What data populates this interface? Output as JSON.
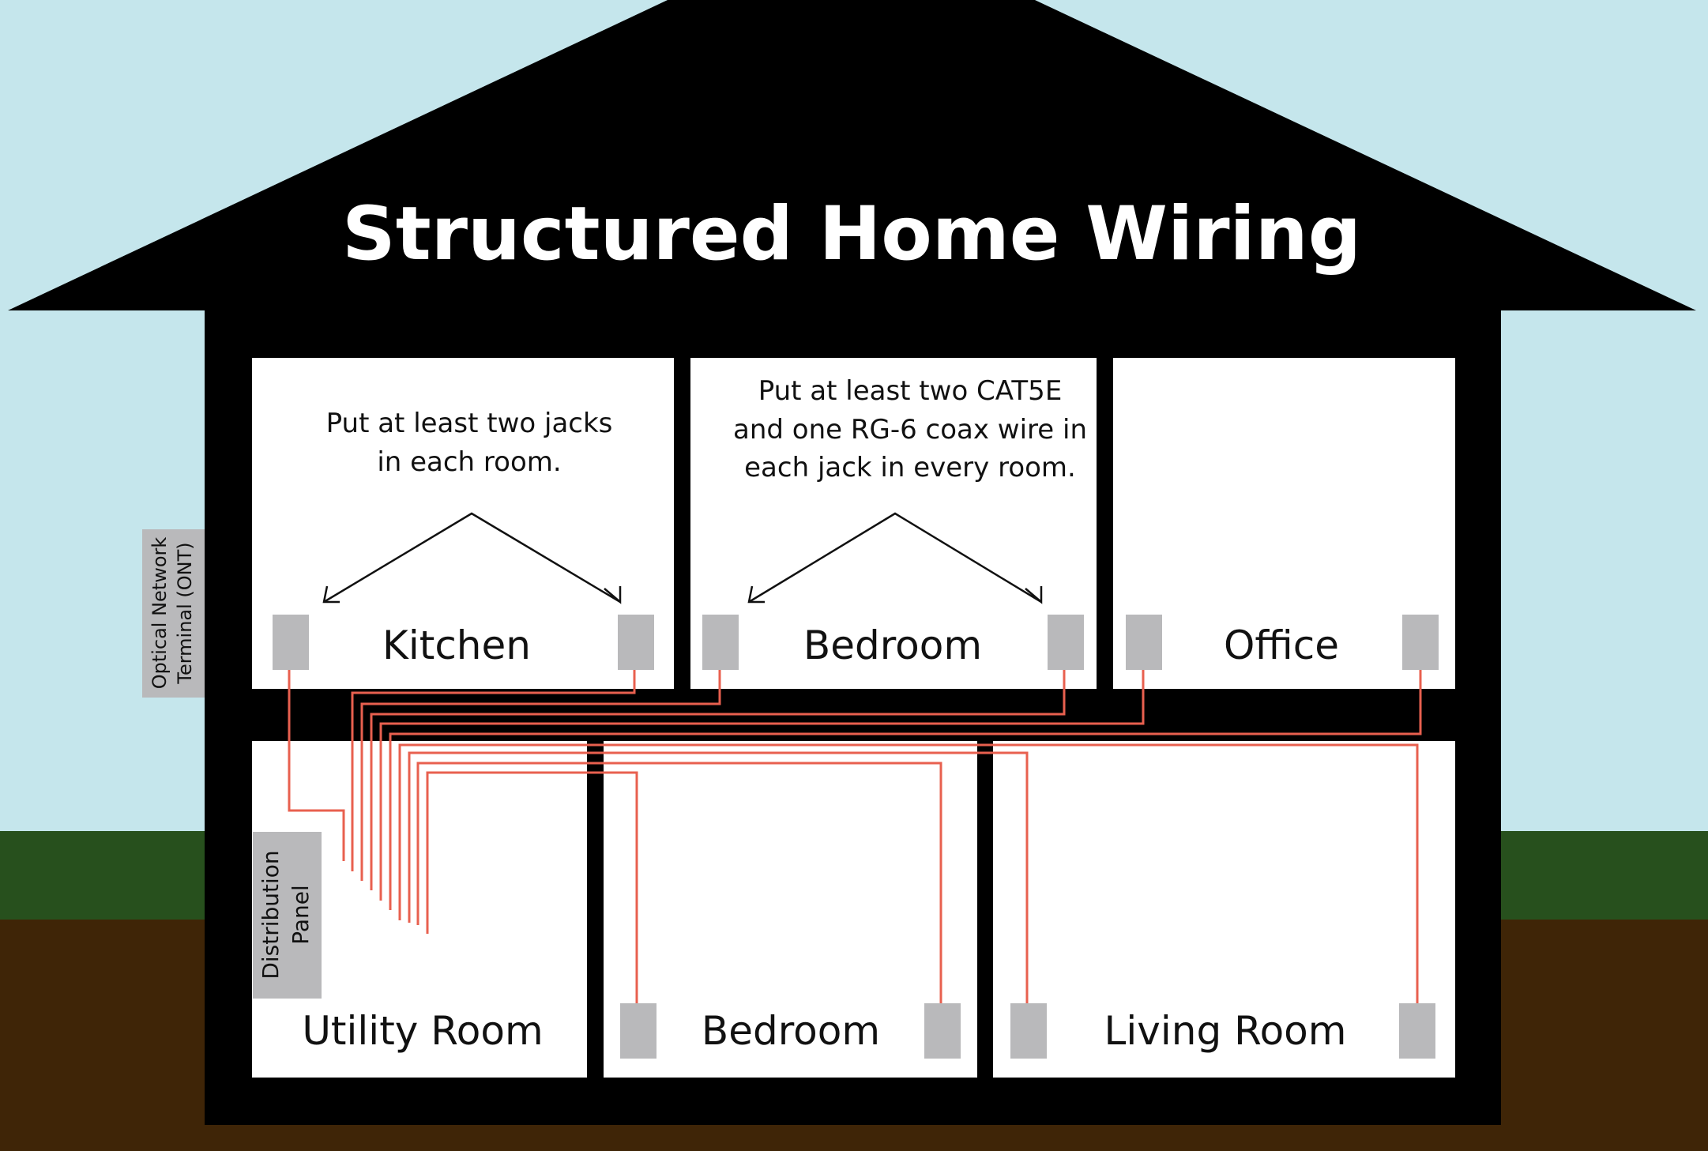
{
  "title": "Structured Home Wiring",
  "colors": {
    "sky": "#c5e6ec",
    "grass": "#27501d",
    "soil": "#3f2507",
    "house": "#000000",
    "room": "#ffffff",
    "jack": "#b9b9bb",
    "wire": "#e8604f"
  },
  "notes": {
    "jacks": [
      "Put at least two jacks",
      "in each room."
    ],
    "wires": [
      "Put at least two CAT5E",
      "and one RG-6 coax wire in",
      "each jack in every room."
    ]
  },
  "equipment": {
    "ont": [
      "Optical Network",
      "Terminal (ONT)"
    ],
    "panel": [
      "Distribution",
      "Panel"
    ]
  },
  "rooms": {
    "kitchen": "Kitchen",
    "bedroom_upper": "Bedroom",
    "office": "Office",
    "utility": "Utility Room",
    "bedroom_lower": "Bedroom",
    "living": "Living Room"
  }
}
